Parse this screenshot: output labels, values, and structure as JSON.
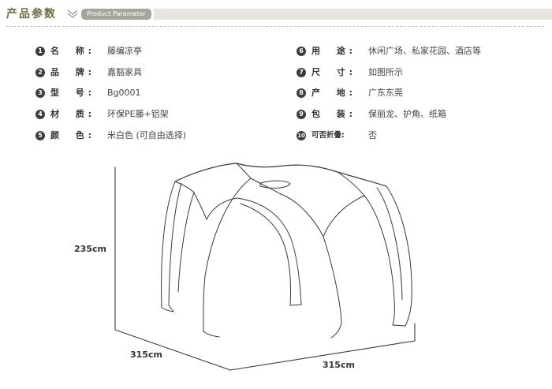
{
  "header": {
    "title": "产品参数",
    "subtitle": "Product Parameter"
  },
  "params_left": [
    {
      "num": "1",
      "label": "名　称:",
      "value": "藤编凉亭"
    },
    {
      "num": "2",
      "label": "品　牌:",
      "value": "嘉豁家具"
    },
    {
      "num": "3",
      "label": "型　号:",
      "value": "Bg0001"
    },
    {
      "num": "4",
      "label": "材　质:",
      "value": "环保PE藤+铝架"
    },
    {
      "num": "5",
      "label": "颜　色:",
      "value": "米白色 (可自由选择)"
    }
  ],
  "params_right": [
    {
      "num": "6",
      "label": "用　途:",
      "value": "休闲广场、私家花园、酒店等"
    },
    {
      "num": "7",
      "label": "尺　寸:",
      "value": "如图所示"
    },
    {
      "num": "8",
      "label": "产　地:",
      "value": "广东东莞"
    },
    {
      "num": "9",
      "label": "包　装:",
      "value": "保丽龙、护角、纸箱"
    },
    {
      "num": "10",
      "label": "可否折叠:",
      "value": "否"
    }
  ],
  "dimensions": {
    "height": "235cm",
    "depth": "315cm",
    "width": "315cm"
  },
  "colors": {
    "title": "#6f6b47",
    "pill": "#a6a59c",
    "bar": "#e6e4dc"
  }
}
